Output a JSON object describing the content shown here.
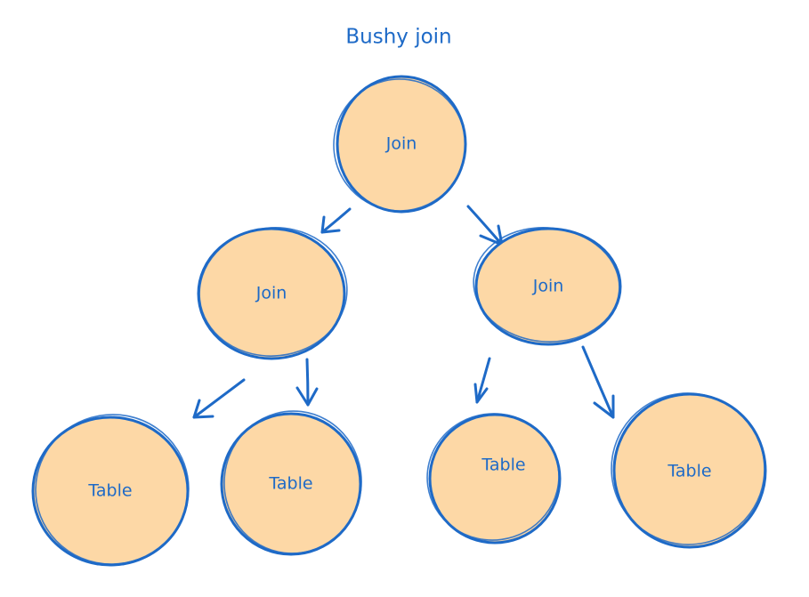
{
  "title": "Bushy join",
  "colors": {
    "stroke": "#1e6ac7",
    "fill": "#fdd8a6",
    "text": "#1e6ac7",
    "background": "#ffffff"
  },
  "nodes": {
    "root": {
      "label": "Join"
    },
    "left_join": {
      "label": "Join"
    },
    "right_join": {
      "label": "Join"
    },
    "table_1": {
      "label": "Table"
    },
    "table_2": {
      "label": "Table"
    },
    "table_3": {
      "label": "Table"
    },
    "table_4": {
      "label": "Table"
    }
  }
}
